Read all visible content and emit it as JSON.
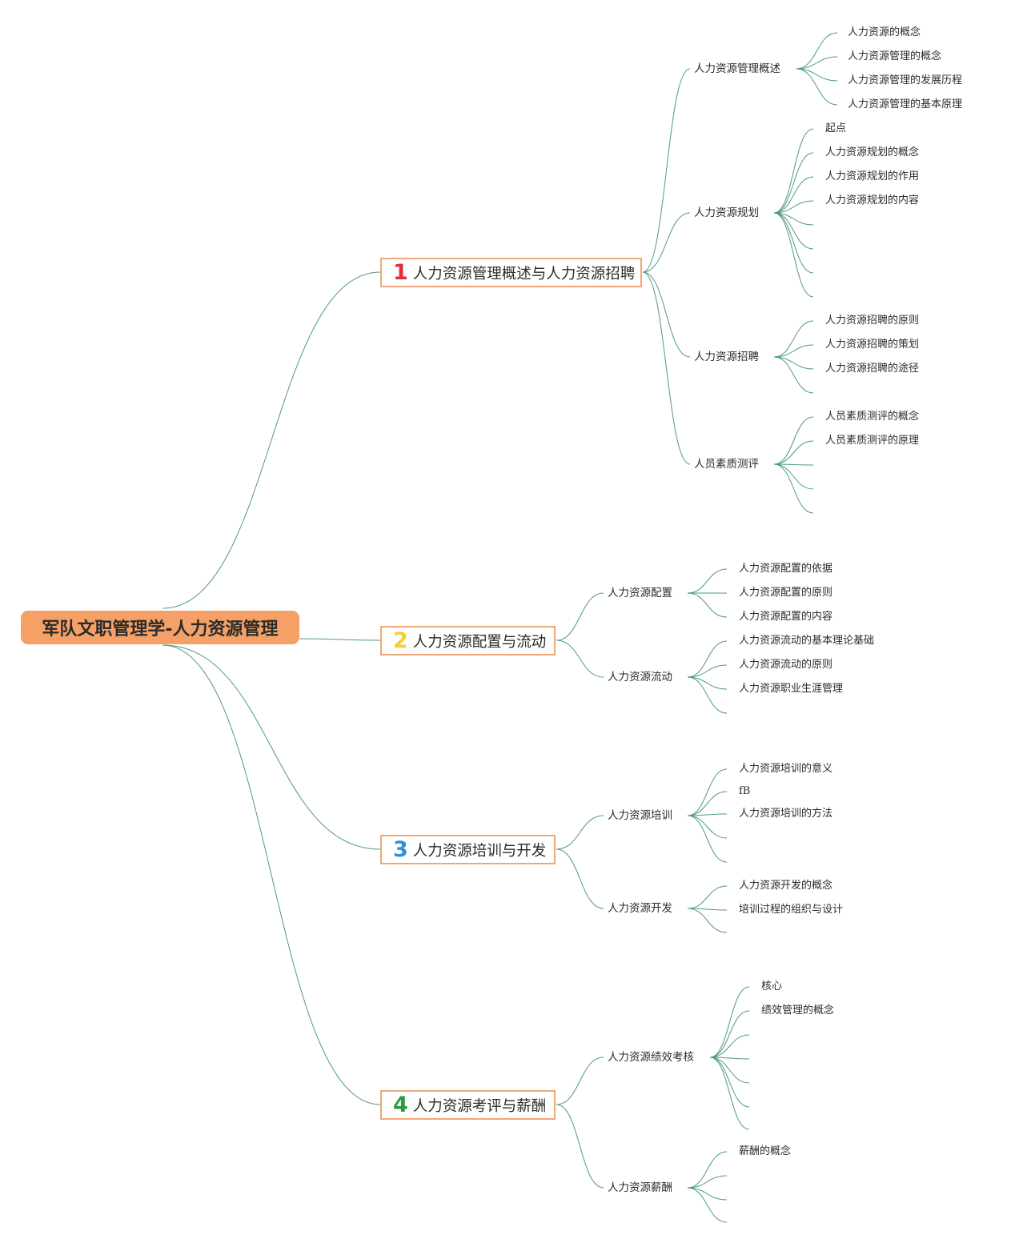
{
  "root": {
    "label": "军队文职管理学-人力资源管理"
  },
  "colors": {
    "accent": "#f4a066",
    "border": "#f0a777",
    "line": "#4f9a7f",
    "num1": "#e5283c",
    "num2": "#f2cf3a",
    "num3": "#2f8fd8",
    "num4": "#2f9a3f"
  },
  "branches": [
    {
      "num": "1",
      "label": "人力资源管理概述与人力资源招聘",
      "subs": [
        {
          "label": "人力资源管理概述",
          "items": [
            "人力资源的概念",
            "人力资源管理的概念",
            "人力资源管理的发展历程",
            "人力资源管理的基本原理"
          ]
        },
        {
          "label": "人力资源规划",
          "items": [
            "起点",
            "人力资源规划的概念",
            "人力资源规划的作用",
            "人力资源规划的内容",
            "",
            "",
            ""
          ]
        },
        {
          "label": "人力资源招聘",
          "items": [
            "人力资源招聘的原则",
            "人力资源招聘的策划",
            "人力资源招聘的途径",
            ""
          ]
        },
        {
          "label": "人员素质测评",
          "items": [
            "人员素质测评的概念",
            "人员素质测评的原理",
            "",
            "",
            ""
          ]
        }
      ]
    },
    {
      "num": "2",
      "label": "人力资源配置与流动",
      "subs": [
        {
          "label": "人力资源配置",
          "items": [
            "人力资源配置的依据",
            "人力资源配置的原则",
            "人力资源配置的内容"
          ]
        },
        {
          "label": "人力资源流动",
          "items": [
            "人力资源流动的基本理论基础",
            "人力资源流动的原则",
            "人力资源职业生涯管理",
            ""
          ]
        }
      ]
    },
    {
      "num": "3",
      "label": "人力资源培训与开发",
      "subs": [
        {
          "label": "人力资源培训",
          "items": [
            "人力资源培训的意义",
            "fB",
            "人力资源培训的方法",
            "",
            ""
          ]
        },
        {
          "label": "人力资源开发",
          "items": [
            "人力资源开发的概念",
            "培训过程的组织与设计",
            ""
          ]
        }
      ]
    },
    {
      "num": "4",
      "label": "人力资源考评与薪酬",
      "subs": [
        {
          "label": "人力资源绩效考核",
          "items": [
            "核心",
            "绩效管理的概念",
            "",
            "",
            "",
            ""
          ]
        },
        {
          "label": "人力资源薪酬",
          "items": [
            "薪酬的概念",
            "",
            "",
            ""
          ]
        }
      ]
    }
  ]
}
